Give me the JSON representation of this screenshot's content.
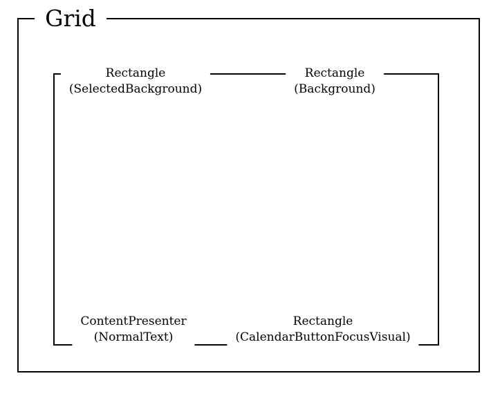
{
  "diagram": {
    "background_color": "#ffffff",
    "line_color": "#000000",
    "outer_box": {
      "label": "Grid"
    },
    "nodes": {
      "selected_background": {
        "type": "Rectangle",
        "part": "(SelectedBackground)"
      },
      "background": {
        "type": "Rectangle",
        "part": "(Background)"
      },
      "normal_text": {
        "type": "ContentPresenter",
        "part": "(NormalText)"
      },
      "focus_visual": {
        "type": "Rectangle",
        "part": "(CalendarButtonFocusVisual)"
      }
    }
  }
}
